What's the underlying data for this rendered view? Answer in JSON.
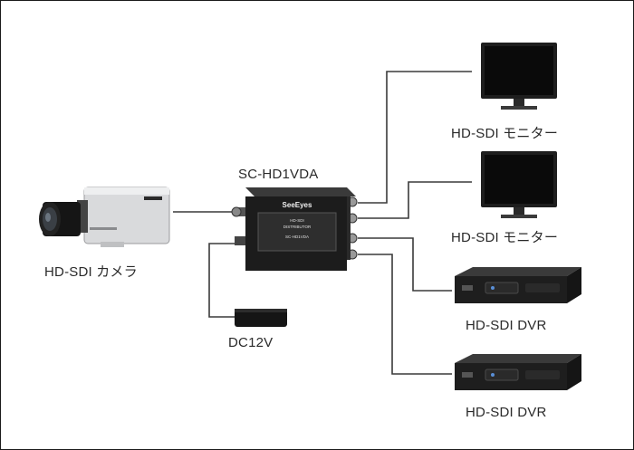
{
  "colors": {
    "wire": "#3a3a3a",
    "device_body": "#1c1c1c",
    "device_panel": "#2e2e2e",
    "screen": "#0a0a0a",
    "camera_body": "#d9dadc",
    "border": "#1a1a1a"
  },
  "splitter": {
    "label": "SC-HD1VDA",
    "brand": "SeeEyes",
    "panel_line1": "HD-SDI",
    "panel_line2": "DISTRIBUTOR",
    "panel_line3": "SC-HD1VDA"
  },
  "camera": {
    "label": "HD-SDI カメラ",
    "icon": "cctv-box-camera-icon"
  },
  "monitor_1": {
    "label": "HD-SDI モニター",
    "icon": "lcd-monitor-icon"
  },
  "monitor_2": {
    "label": "HD-SDI モニター",
    "icon": "lcd-monitor-icon"
  },
  "dvr_1": {
    "label": "HD-SDI DVR",
    "icon": "dvr-recorder-icon"
  },
  "dvr_2": {
    "label": "HD-SDI DVR",
    "icon": "dvr-recorder-icon"
  },
  "power": {
    "label": "DC12V",
    "icon": "power-adapter-icon"
  }
}
